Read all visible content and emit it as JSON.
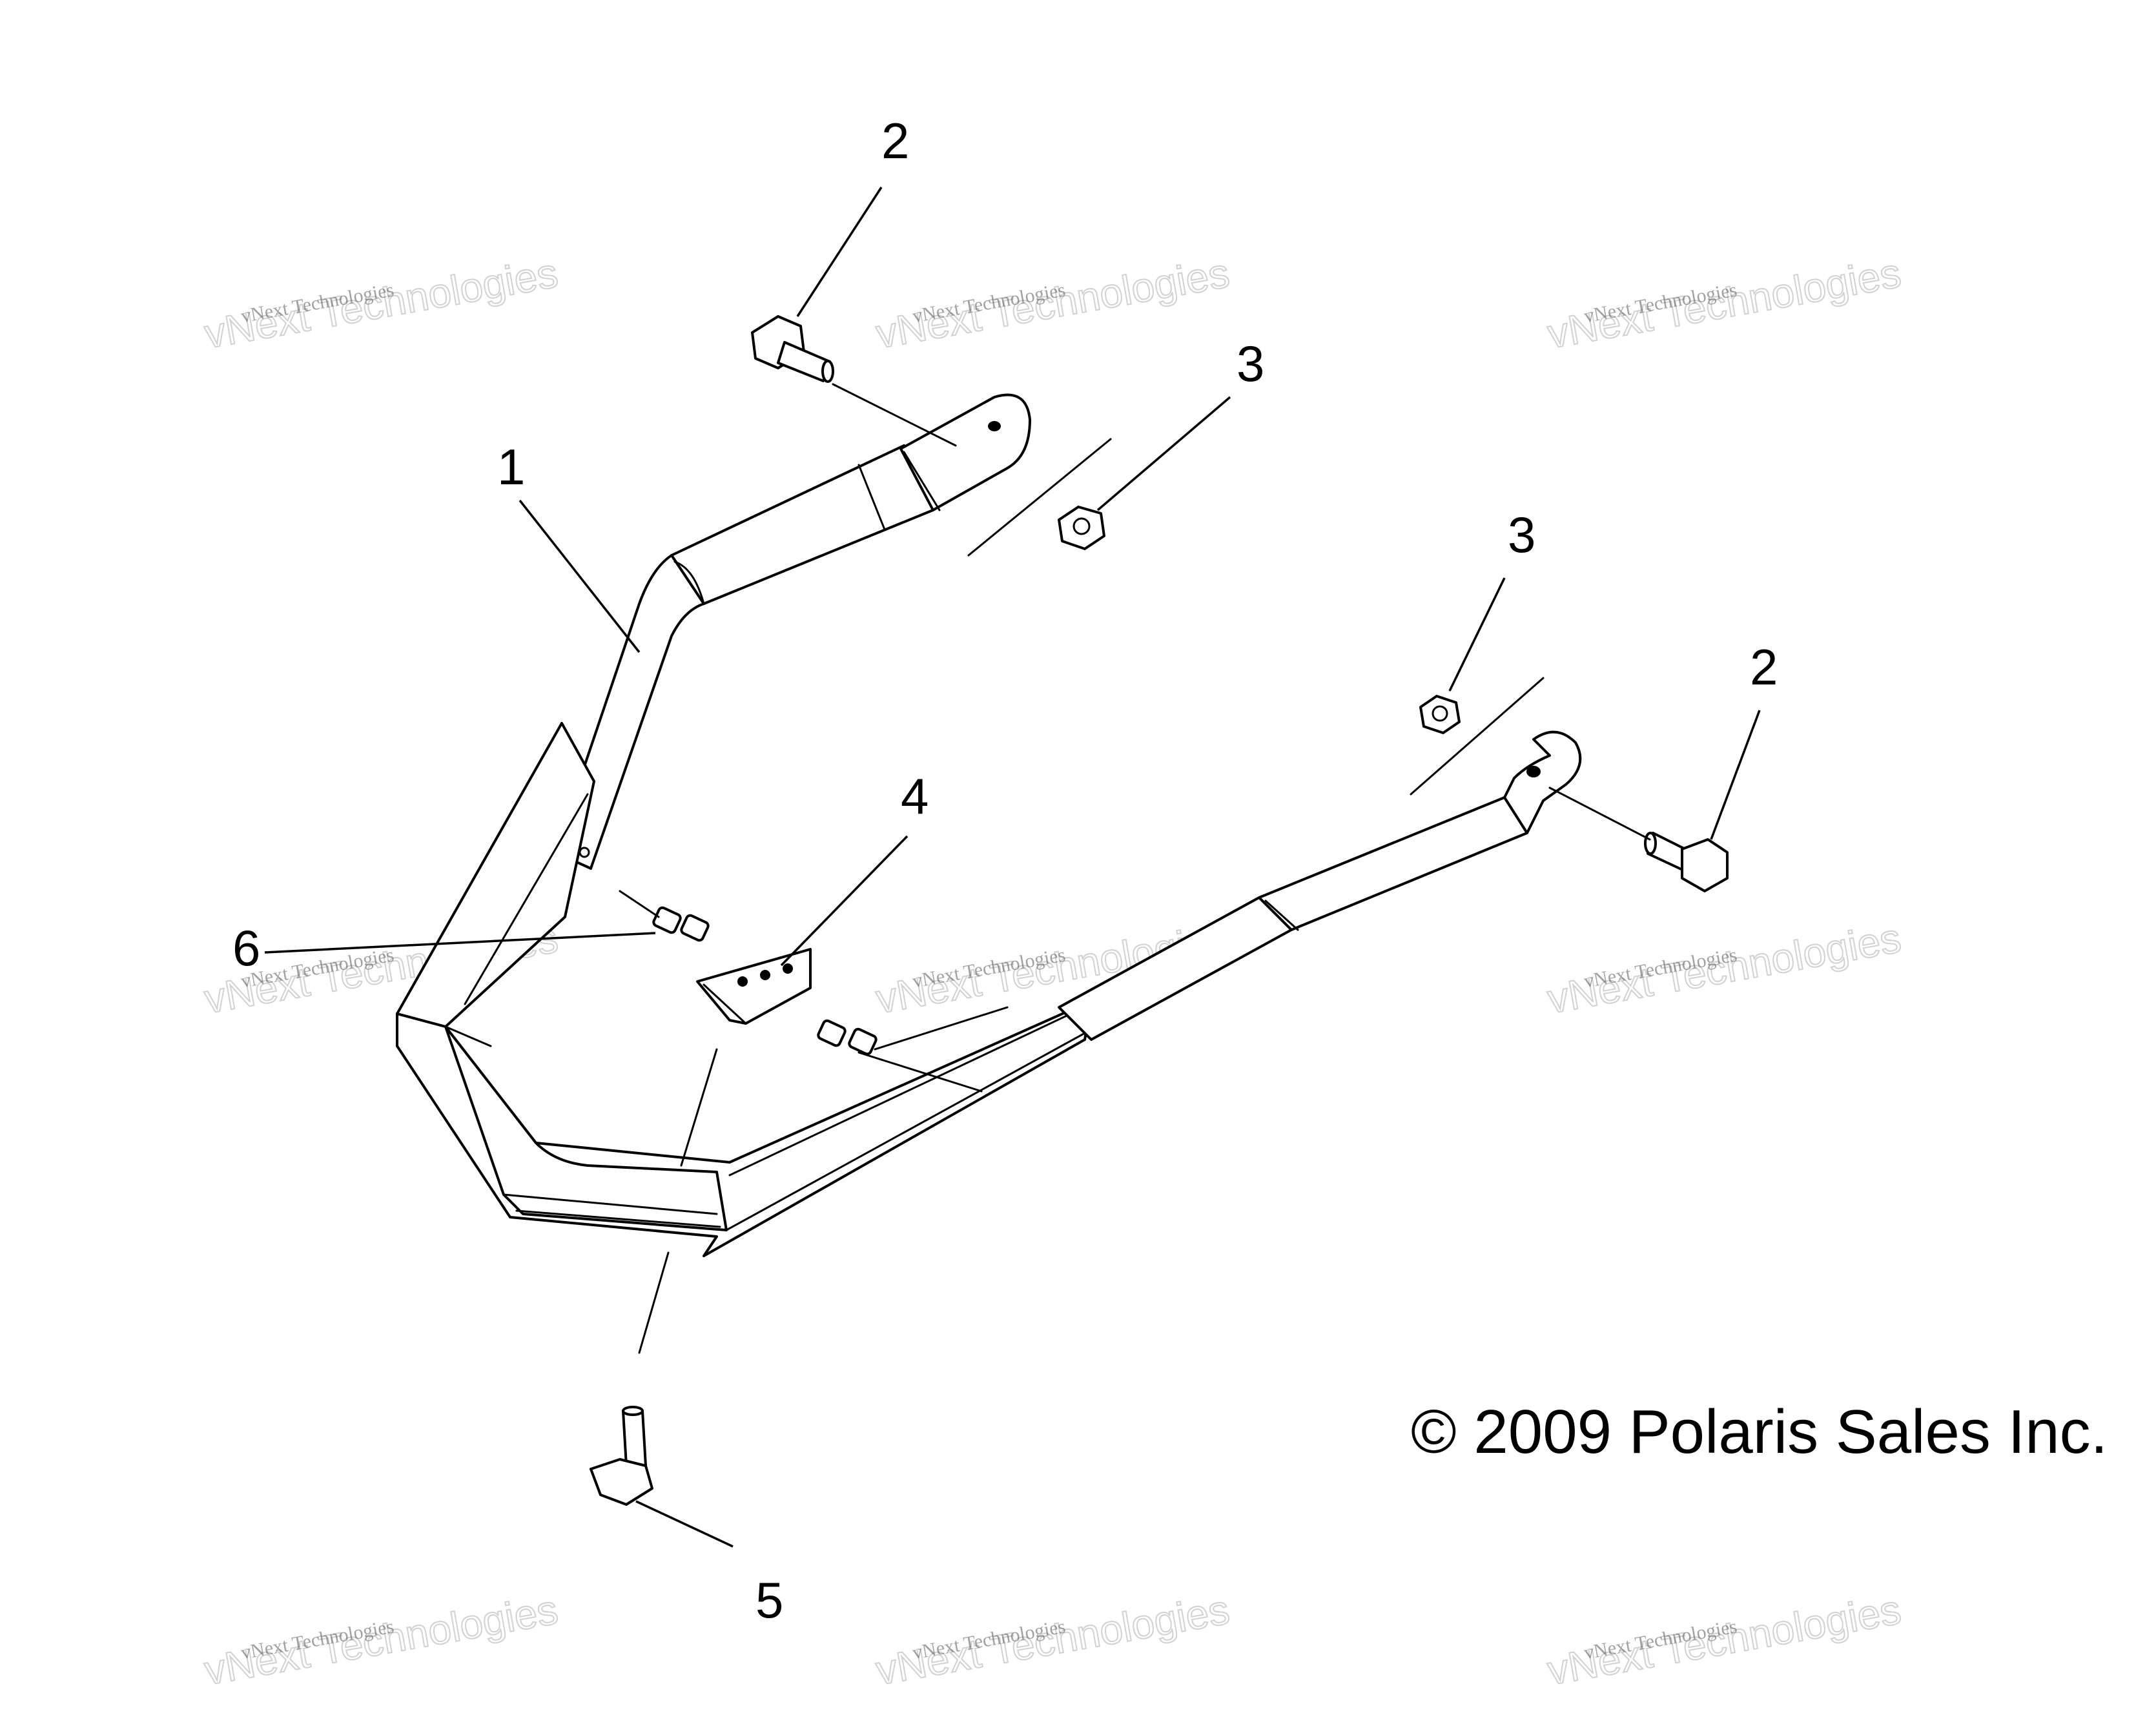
{
  "callouts": {
    "c1": "1",
    "c2a": "2",
    "c2b": "2",
    "c3a": "3",
    "c3b": "3",
    "c4": "4",
    "c5": "5",
    "c6": "6"
  },
  "copyright": "© 2009 Polaris Sales Inc.",
  "watermark": {
    "small": "vNext Technologies",
    "big": "vNext Technologies"
  }
}
